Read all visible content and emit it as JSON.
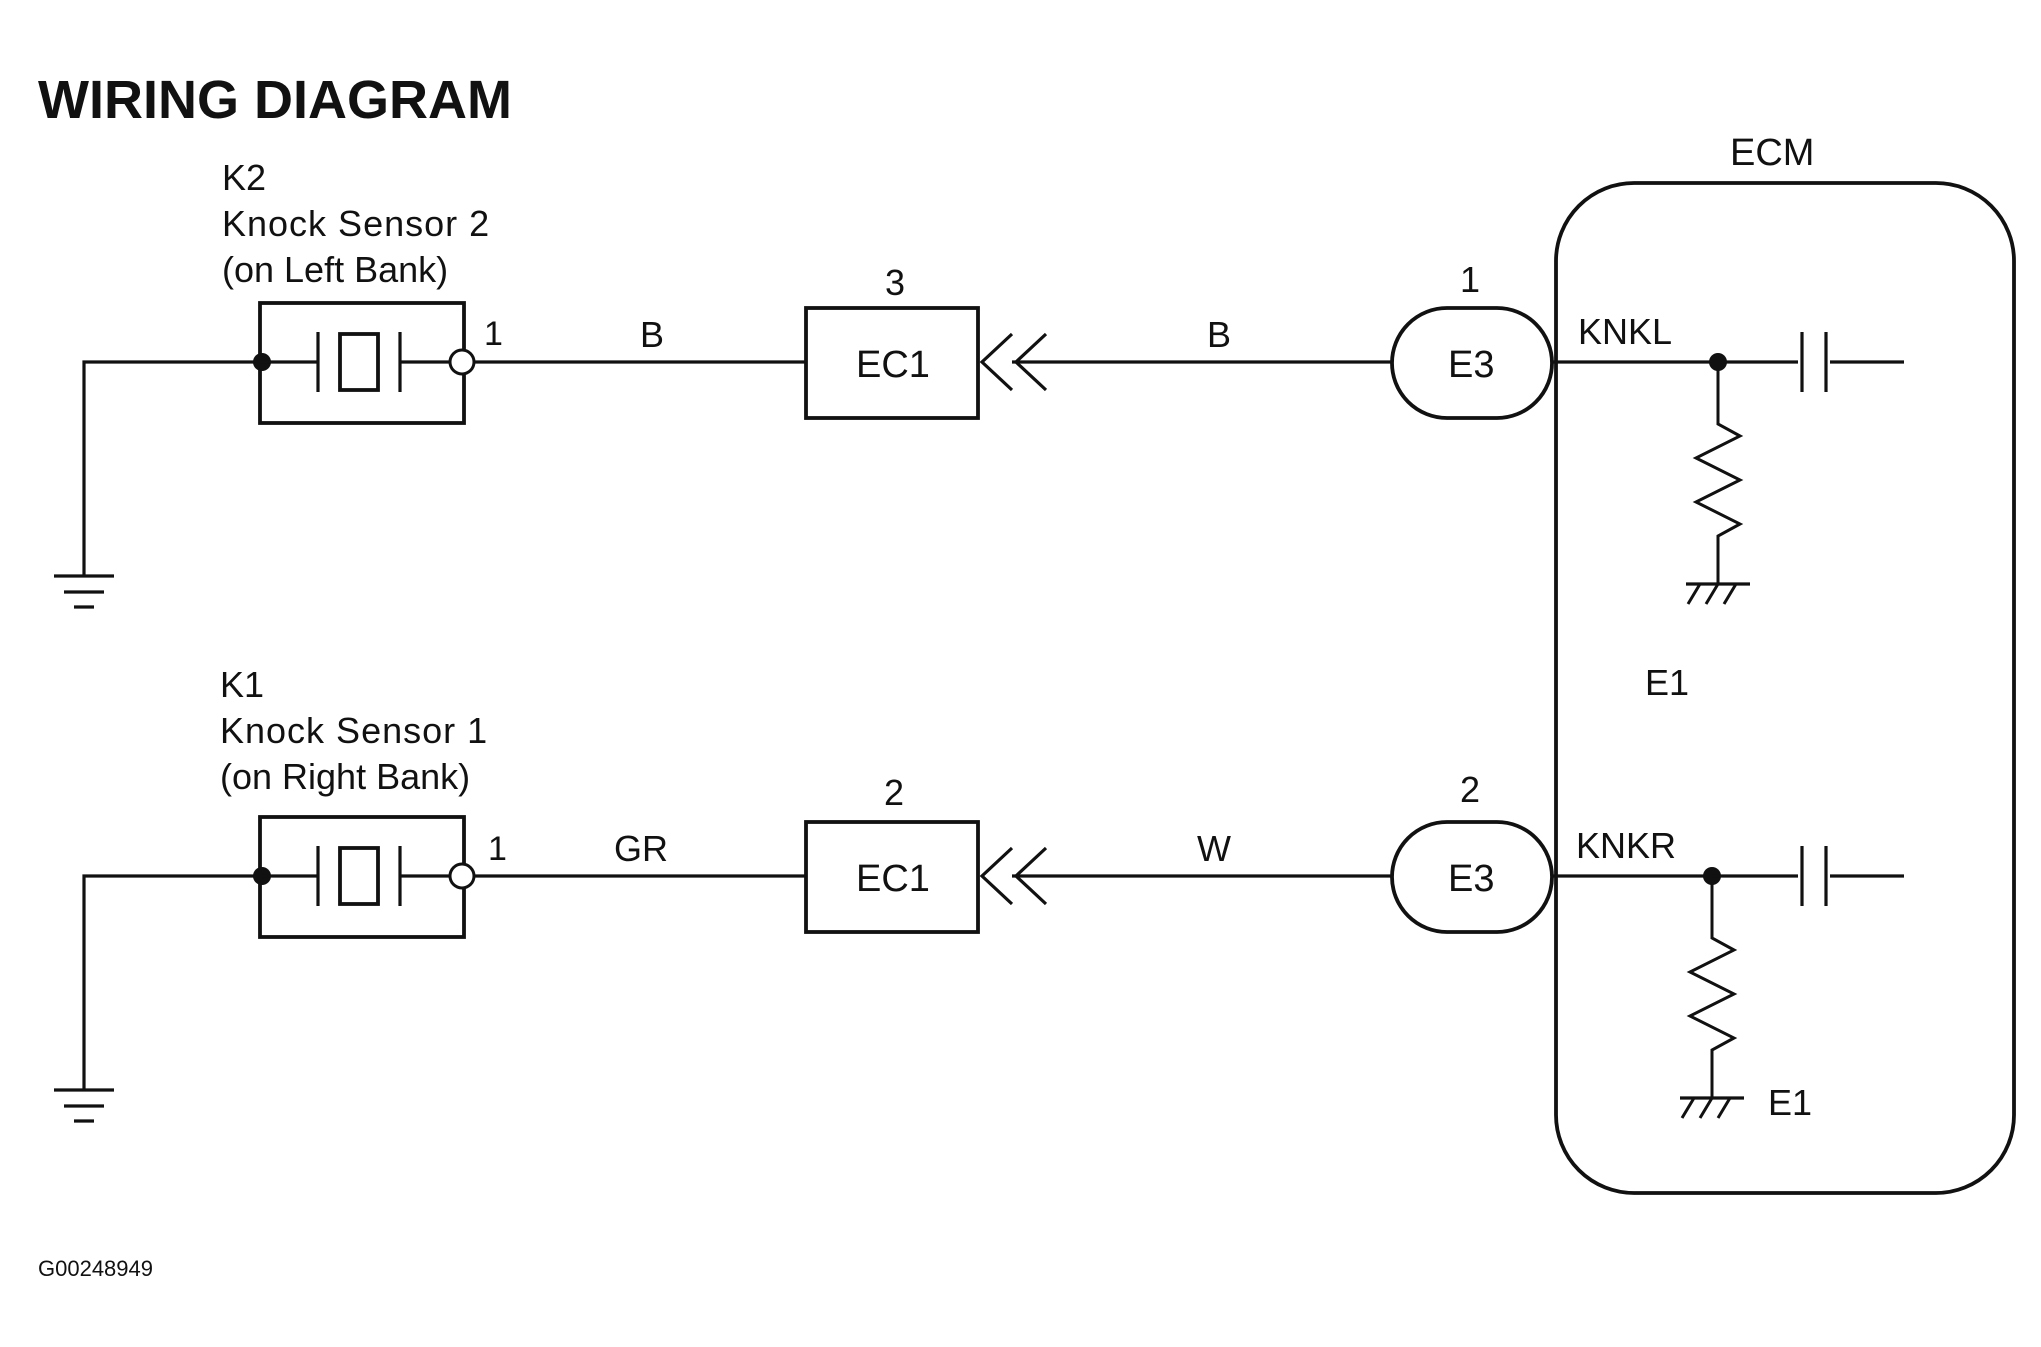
{
  "title": "WIRING DIAGRAM",
  "figure_code": "G00248949",
  "ecm": {
    "label": "ECM",
    "ground_label_mid": "E1",
    "ground_label_bottom": "E1"
  },
  "sensors": [
    {
      "id": "K2",
      "name": "Knock Sensor 2",
      "location": "(on Left Bank)",
      "pin": "1",
      "wire_color_in": "B",
      "connector": "EC1",
      "connector_pin": "3",
      "wire_color_out": "B",
      "ecm_connector": "E3",
      "ecm_pin": "1",
      "ecm_terminal": "KNKL"
    },
    {
      "id": "K1",
      "name": "Knock Sensor 1",
      "location": "(on Right Bank)",
      "pin": "1",
      "wire_color_in": "GR",
      "connector": "EC1",
      "connector_pin": "2",
      "wire_color_out": "W",
      "ecm_connector": "E3",
      "ecm_pin": "2",
      "ecm_terminal": "KNKR"
    }
  ]
}
